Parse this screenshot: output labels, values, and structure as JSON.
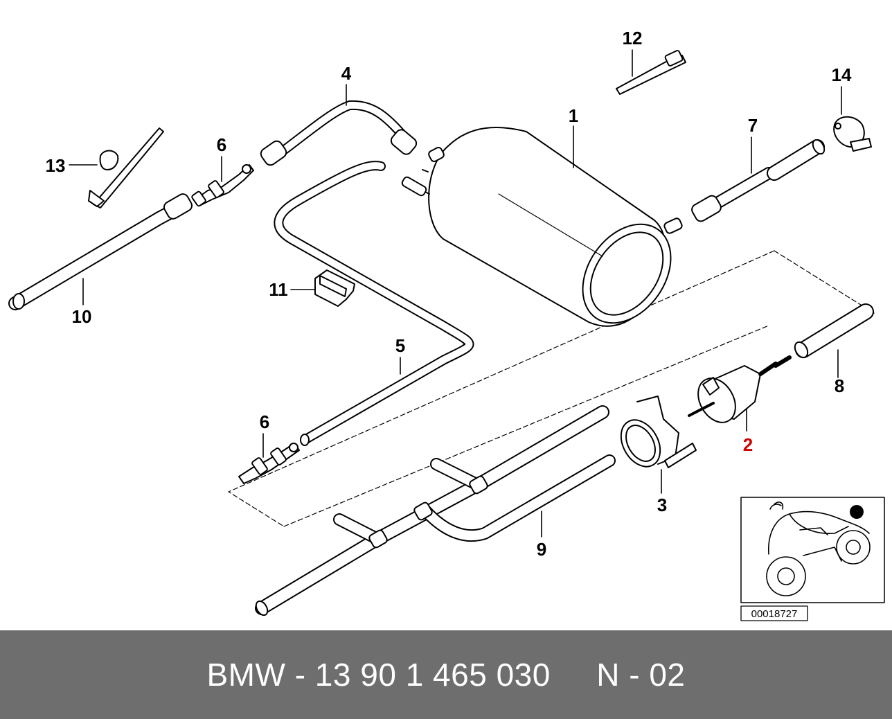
{
  "diagram": {
    "callouts": {
      "c1": "1",
      "c2": "2",
      "c3": "3",
      "c4": "4",
      "c5": "5",
      "c6a": "6",
      "c6b": "6",
      "c7": "7",
      "c8": "8",
      "c9": "9",
      "c10": "10",
      "c11": "11",
      "c12": "12",
      "c13": "13",
      "c14": "14"
    },
    "highlight_color": "#cc0000",
    "reference_number": "00018727"
  },
  "footer": {
    "text": "BMW - 13 90 1 465 030     N - 02",
    "background": "#6e6e6e"
  }
}
